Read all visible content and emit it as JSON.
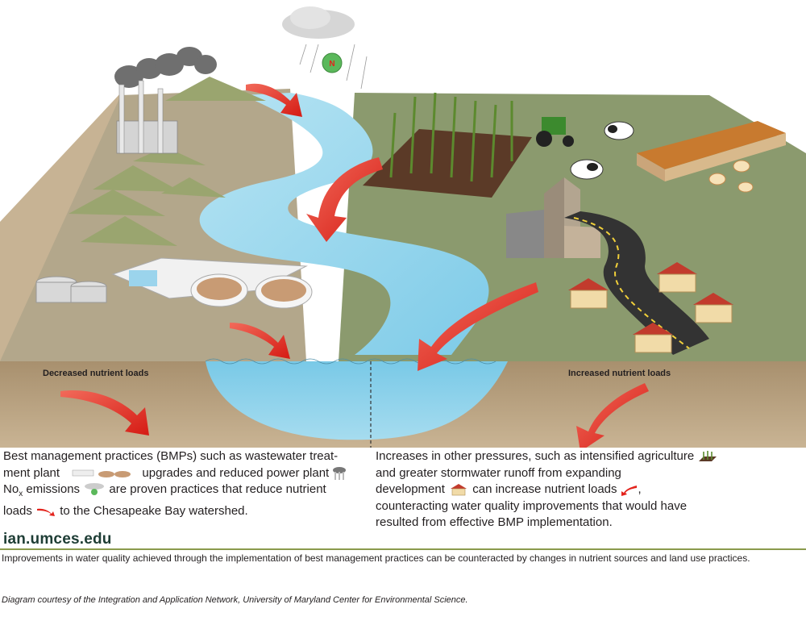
{
  "diagram": {
    "labels": {
      "decreased": "Decreased nutrient loads",
      "increased": "Increased nutrient loads",
      "nitrogen": "N"
    }
  },
  "left_panel": {
    "line1": "Best management practices (BMPs) such as wastewater treat-",
    "line2a": "ment plant",
    "line2b": "upgrades and reduced power plant",
    "line3a": "No",
    "line3sub": "x",
    "line3b": " emissions",
    "line3c": "are proven practices that reduce nutrient",
    "line4a": "loads",
    "line4b": "to the Chesapeake Bay watershed."
  },
  "right_panel": {
    "line1": "Increases in other pressures, such as intensified agriculture",
    "line2": "and greater stormwater runoff from expanding",
    "line3a": "development",
    "line3b": "can increase nutrient loads",
    "line3c": ",",
    "line4": "counteracting water quality improvements that would have",
    "line5": "resulted from effective BMP implementation."
  },
  "brand": "ian.umces.edu",
  "caption": "Improvements in water quality achieved through the implementation of best management practices can be counteracted by changes in nutrient sources and land use practices.",
  "credit": "Diagram courtesy of the Integration and Application Network, University of Maryland Center for Environmental Science.",
  "colors": {
    "land_top": "#b5a98d",
    "land_side": "#a88c6c",
    "water": "#8fd2ea",
    "arrow_red": "#e3231c",
    "arrow_gray": "#c4c0b8",
    "farmland": "#8c9a6d",
    "soil": "#5b3a27"
  }
}
